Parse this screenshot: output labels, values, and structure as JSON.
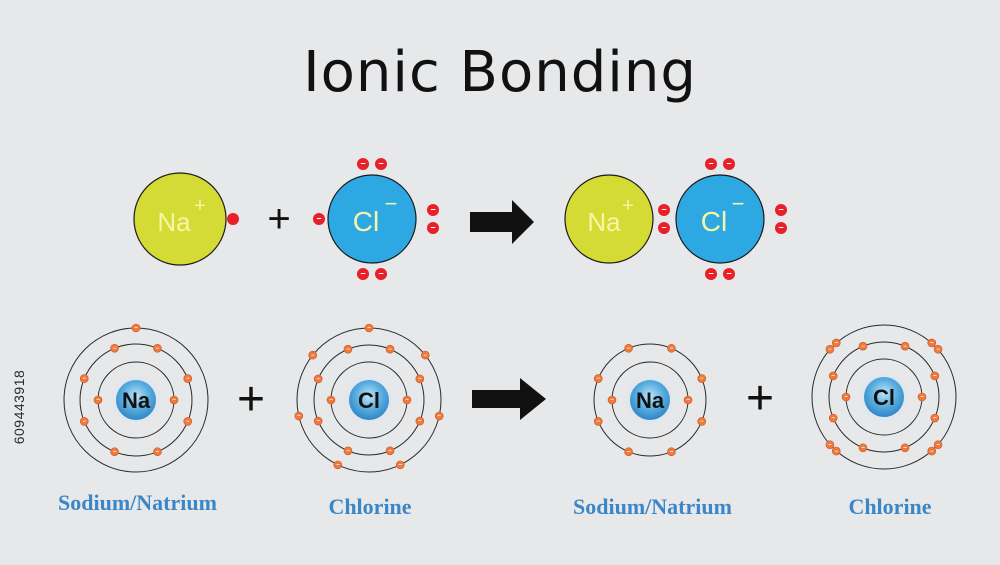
{
  "title": "Ionic Bonding",
  "ions": {
    "na_symbol": "Na",
    "na_charge": "+",
    "cl_symbol": "Cl",
    "cl_charge": "−",
    "plus": "+",
    "electron_sign": "−"
  },
  "shell_models": {
    "na_symbol": "Na",
    "cl_symbol": "Cl",
    "plus": "+",
    "electron_sign": "−",
    "sodium_label": "Sodium/Natrium",
    "chlorine_label": "Chlorine"
  },
  "watermark": "609443918",
  "colors": {
    "background": "#e7e8ea",
    "sodium_ion": "#d5db35",
    "chlorine_ion": "#2ea8e2",
    "ion_symbol": "#f4f7a6",
    "electron_red": "#e8202a",
    "electron_orange": "#ee7a3c",
    "label_blue": "#3b86c6",
    "nucleus_blue": "#3f9bd6",
    "arrow": "#111111"
  }
}
